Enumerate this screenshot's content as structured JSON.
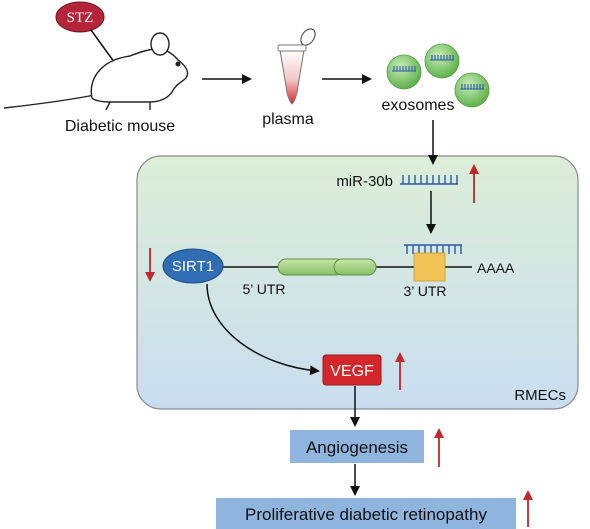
{
  "inducer": {
    "label": "STZ"
  },
  "mouse": {
    "label": "Diabetic mouse"
  },
  "plasma": {
    "label": "plasma"
  },
  "exosomes": {
    "label": "exosomes"
  },
  "mirna": {
    "label": "miR-30b"
  },
  "cell": {
    "label": "RMECs"
  },
  "sirt1": {
    "label": "SIRT1"
  },
  "mrna": {
    "utr5": "5’ UTR",
    "utr3": "3’ UTR",
    "polya": "AAAA"
  },
  "vegf": {
    "label": "VEGF"
  },
  "outcomes": {
    "angiogenesis": "Angiogenesis",
    "pdr": "Proliferative diabetic retinopathy"
  },
  "colors": {
    "up_arrow": "#c0282b",
    "stz_fill": "#b5253a",
    "sirt1_fill": "#2f6db5",
    "vegf_fill": "#d3272b",
    "outcome_fill": "#8fb5de",
    "mirna_blue": "#2c58a8",
    "cell_top": "#d9ecd6",
    "cell_bottom": "#cbdff0",
    "exosome_green": "#6fbf5a",
    "utr_box": "#f2c456",
    "gene_green": "#9fcf7f"
  }
}
